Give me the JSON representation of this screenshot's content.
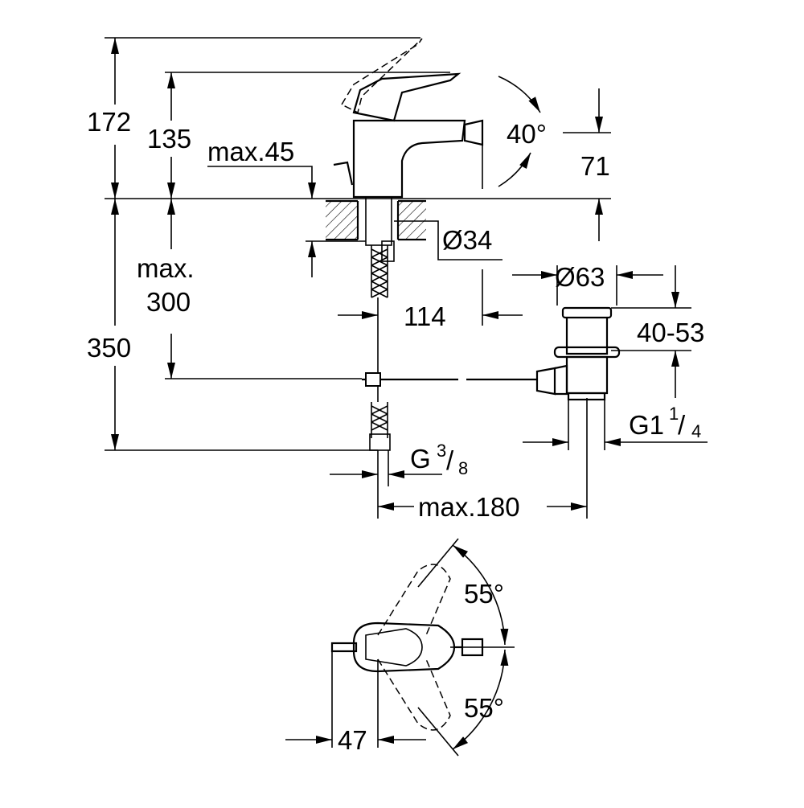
{
  "drawing": {
    "colors": {
      "line": "#000000",
      "background": "#ffffff",
      "hatch": "#000000"
    },
    "dimensions": {
      "height_lever_up": "172",
      "height_lever": "135",
      "deck_thickness": "max.45",
      "lever_angle": "40°",
      "spout_height": "71",
      "hole_diameter": "Ø34",
      "hose_length_label_1": "max.",
      "hose_length_label_2": "300",
      "total_height": "350",
      "spout_reach": "114",
      "waste_diameter": "Ø63",
      "waste_range": "40-53",
      "waste_thread_main": "G1",
      "waste_thread_num": "1",
      "waste_thread_den": "4",
      "hose_thread_main": "G",
      "hose_thread_num": "3",
      "hose_thread_den": "8",
      "rod_reach": "max.180",
      "swivel_left": "55°",
      "swivel_right": "55°",
      "offset": "47"
    },
    "icons": {
      "arrowhead": "arrowhead-icon",
      "hatch": "section-hatch-icon"
    }
  }
}
